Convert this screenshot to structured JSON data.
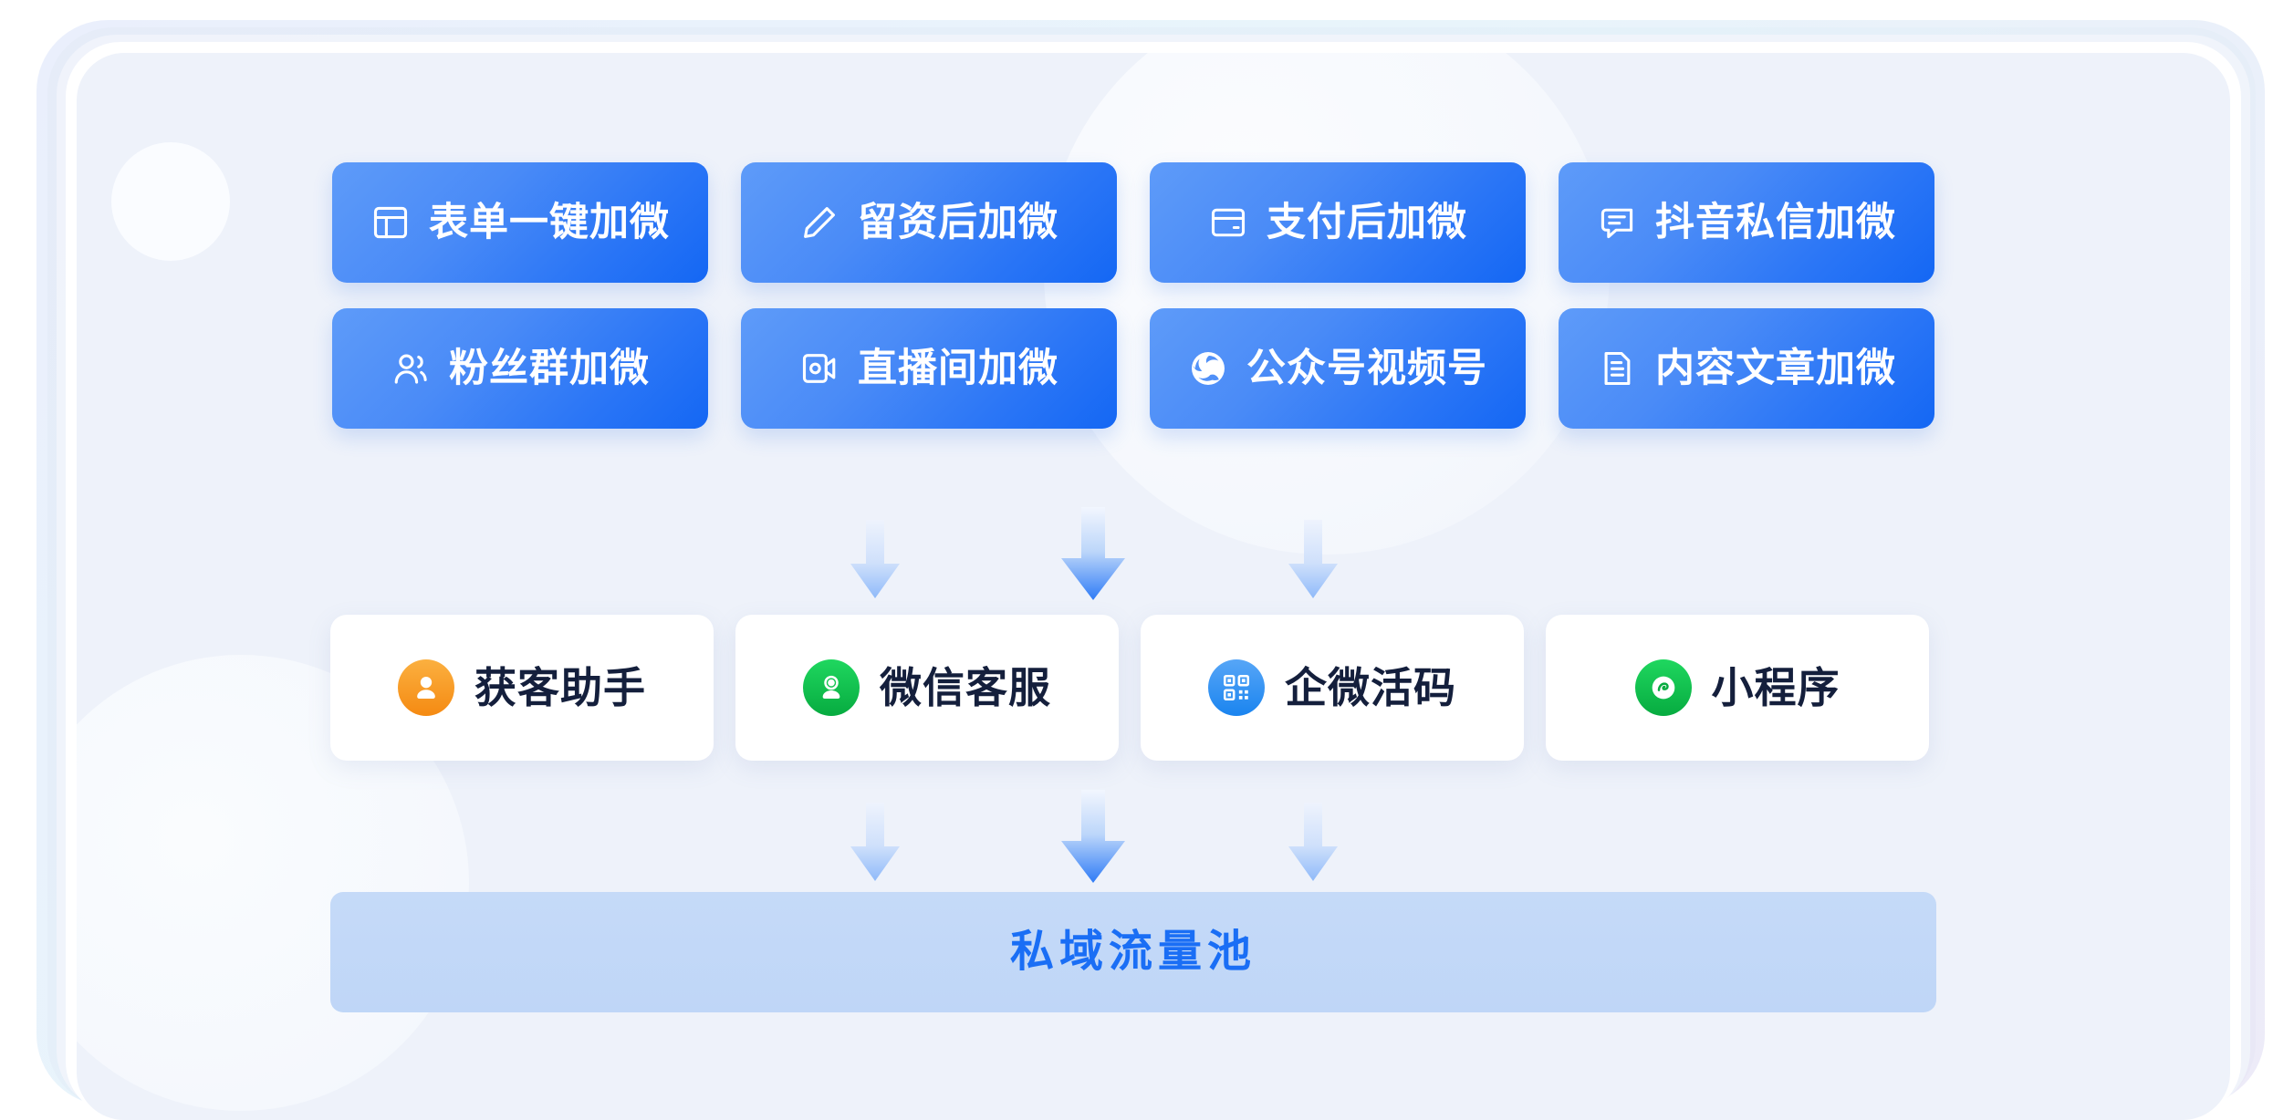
{
  "diagram": {
    "title_hidden": "",
    "colors": {
      "panel_bg": "#eef2fa",
      "button_gradient_from": "#5e9bf9",
      "button_gradient_to": "#1467f4",
      "button_text": "#ffffff",
      "card_bg": "#ffffff",
      "card_text": "#141f3c",
      "pool_bg": "#c5daf8",
      "pool_text": "#1a6ef5",
      "arrow_from": "#eef3fd",
      "arrow_to": "#2e7bf6",
      "icon_orange": "#f79a2e",
      "icon_green": "#10c24e",
      "icon_blue": "#2b8cf0"
    },
    "sources": [
      {
        "label": "表单一键加微",
        "icon": "layout-panel-icon"
      },
      {
        "label": "留资后加微",
        "icon": "pen-edit-icon"
      },
      {
        "label": "支付后加微",
        "icon": "card-payment-icon"
      },
      {
        "label": "抖音私信加微",
        "icon": "message-lines-icon"
      },
      {
        "label": "粉丝群加微",
        "icon": "user-group-icon"
      },
      {
        "label": "直播间加微",
        "icon": "live-camera-icon"
      },
      {
        "label": "公众号视频号",
        "icon": "wechat-channels-swirl-icon"
      },
      {
        "label": "内容文章加微",
        "icon": "document-lines-icon"
      }
    ],
    "arrows_top": [
      {
        "name": "arrow-down-small-left",
        "size": "small"
      },
      {
        "name": "arrow-down-large-center",
        "size": "large"
      },
      {
        "name": "arrow-down-small-right",
        "size": "small"
      }
    ],
    "arrows_bottom": [
      {
        "name": "arrow-down-small-left",
        "size": "small"
      },
      {
        "name": "arrow-down-large-center",
        "size": "large"
      },
      {
        "name": "arrow-down-small-right",
        "size": "small"
      }
    ],
    "tools": [
      {
        "label": "获客助手",
        "icon": "person-badge-icon",
        "circle_color": "#f79a2e"
      },
      {
        "label": "微信客服",
        "icon": "headset-agent-icon",
        "circle_color": "#10c24e"
      },
      {
        "label": "企微活码",
        "icon": "qr-code-icon",
        "circle_color": "#2b8cf0"
      },
      {
        "label": "小程序",
        "icon": "mini-program-icon",
        "circle_color": "#10c24e"
      }
    ],
    "pool": {
      "label": "私域流量池"
    }
  }
}
